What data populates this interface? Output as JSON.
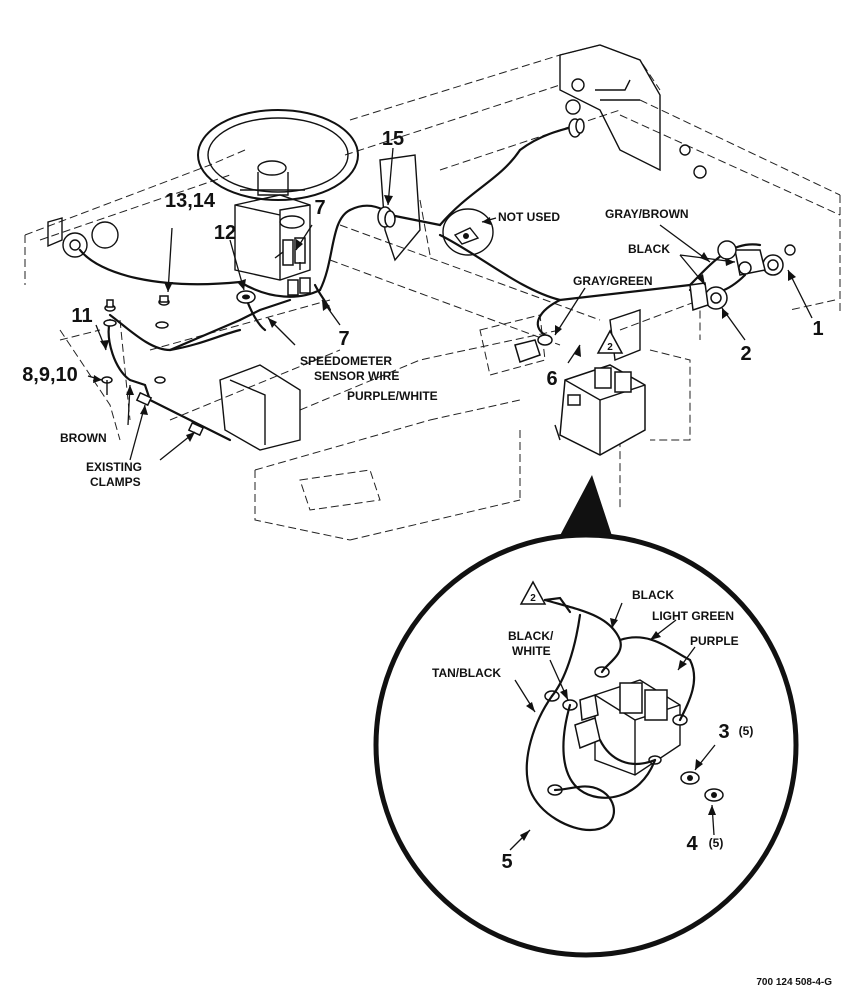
{
  "callouts": {
    "c1": "1",
    "c2": "2",
    "c3": "3",
    "c3_qty": "(5)",
    "c4": "4",
    "c4_qty": "(5)",
    "c5": "5",
    "c6": "6",
    "c7a": "7",
    "c7b": "7",
    "c8_10": "8,9,10",
    "c11": "11",
    "c12": "12",
    "c13_14": "13,14",
    "c15": "15"
  },
  "labels": {
    "not_used": "NOT USED",
    "gray_brown": "GRAY/BROWN",
    "black_top": "BLACK",
    "gray_green": "GRAY/GREEN",
    "speedo_line1": "SPEEDOMETER",
    "speedo_line2": "SENSOR WIRE",
    "purple_white": "PURPLE/WHITE",
    "brown": "BROWN",
    "existing_line1": "EXISTING",
    "existing_line2": "CLAMPS",
    "detail_black": "BLACK",
    "light_green": "LIGHT GREEN",
    "purple": "PURPLE",
    "black_white_line1": "BLACK/",
    "black_white_line2": "WHITE",
    "tan_black": "TAN/BLACK"
  },
  "notes": {
    "note2_a": "2",
    "note2_b": "2"
  },
  "footer": {
    "part_number": "700 124 508-4-G"
  }
}
